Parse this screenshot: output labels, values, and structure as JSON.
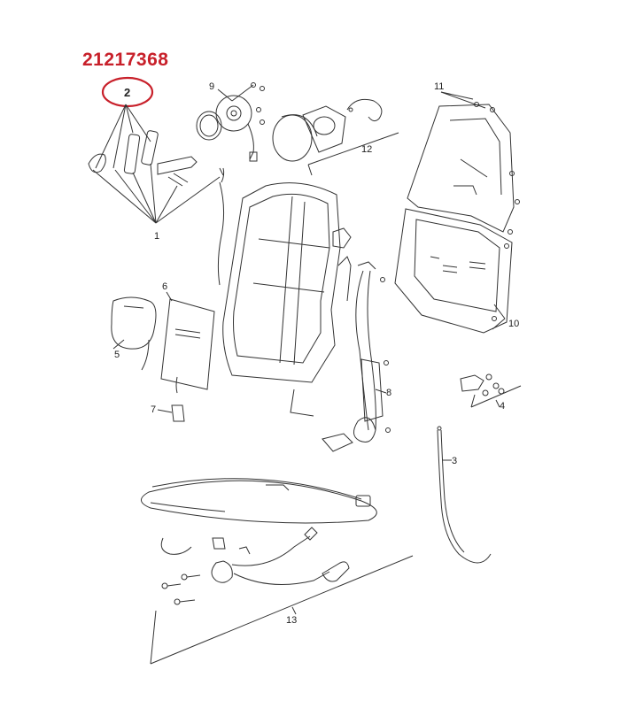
{
  "header": {
    "part_number": "21217368",
    "part_number_color": "#c8202a"
  },
  "highlight": {
    "label": "2",
    "color": "#c8202a"
  },
  "callouts": {
    "c1": "1",
    "c3": "3",
    "c4": "4",
    "c5": "5",
    "c6": "6",
    "c7": "7",
    "c8": "8",
    "c9": "9",
    "c10": "10",
    "c11": "11",
    "c12": "12",
    "c13": "13"
  }
}
